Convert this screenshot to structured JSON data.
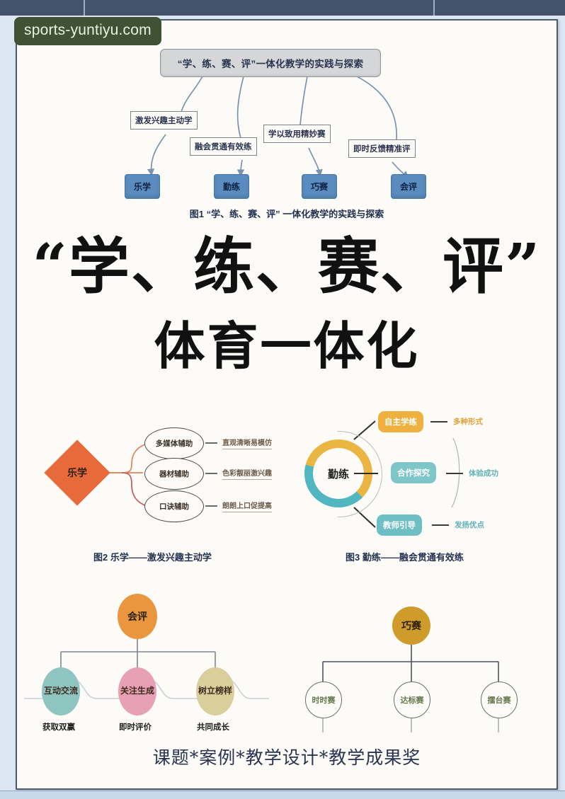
{
  "window": {
    "watermark": "sports-yuntiyu.com"
  },
  "big_title": {
    "line1": "“学、练、赛、评”",
    "line2": "体育一体化"
  },
  "footer": {
    "text": "课题*案例*教学设计*教学成果奖"
  },
  "figure1": {
    "root": "“学、练、赛、评”一体化教学的实践与探索",
    "middle": [
      {
        "label": "激发兴趣主动学"
      },
      {
        "label": "融会贯通有效练"
      },
      {
        "label": "学以致用精妙赛"
      },
      {
        "label": "即时反馈精准评"
      }
    ],
    "leaves": [
      {
        "label": "乐学"
      },
      {
        "label": "勤练"
      },
      {
        "label": "巧赛"
      },
      {
        "label": "会评"
      }
    ],
    "caption": "图1  “学、练、赛、评” 一体化教学的实践与探索"
  },
  "figure2": {
    "center": "乐学",
    "branches": [
      {
        "node": "多媒体辅助",
        "note": "直观清晰易模仿"
      },
      {
        "node": "器材辅助",
        "note": "色彩靓丽激兴趣"
      },
      {
        "node": "口诀辅助",
        "note": "朗朗上口促提高"
      }
    ],
    "caption": "图2   乐学——激发兴趣主动学"
  },
  "figure3": {
    "center": "勤练",
    "branches": [
      {
        "node": "自主学练",
        "note": "多种形式",
        "color": "#eeb03f"
      },
      {
        "node": "合作探究",
        "note": "体验成功",
        "color": "#7fc6c9"
      },
      {
        "node": "教师引导",
        "note": "发扬优点",
        "color": "#6dbfc4"
      }
    ],
    "caption": "图3   勤练——融会贯通有效练"
  },
  "figure4": {
    "center": "会评",
    "branches": [
      {
        "node": "互动\n交流",
        "node_line1": "互动",
        "node_line2": "交流",
        "note": "获取双赢",
        "color": "#8fc5c0"
      },
      {
        "node": "关注\n生成",
        "node_line1": "关注",
        "node_line2": "生成",
        "note": "即时评价",
        "color": "#e8a0b4"
      },
      {
        "node": "树立\n榜样",
        "node_line1": "树立",
        "node_line2": "榜样",
        "note": "共同成长",
        "color": "#d9cf9a"
      }
    ]
  },
  "figure5": {
    "center": "巧赛",
    "branches": [
      {
        "node": "时时赛"
      },
      {
        "node": "达标赛"
      },
      {
        "node": "擂台赛"
      }
    ]
  },
  "colors": {
    "page_background": "#fcfbf7",
    "app_background": "#dde7f3",
    "topbar": "#44536b",
    "leaf_blue": "#5b8cc0",
    "diamond_orange": "#e8693a",
    "ring_yellow": "#eab543",
    "ring_teal": "#51b6c0",
    "oval_orange": "#e9963f",
    "circle_gold": "#cf9b2a",
    "watermark_green": "#3f5233"
  }
}
